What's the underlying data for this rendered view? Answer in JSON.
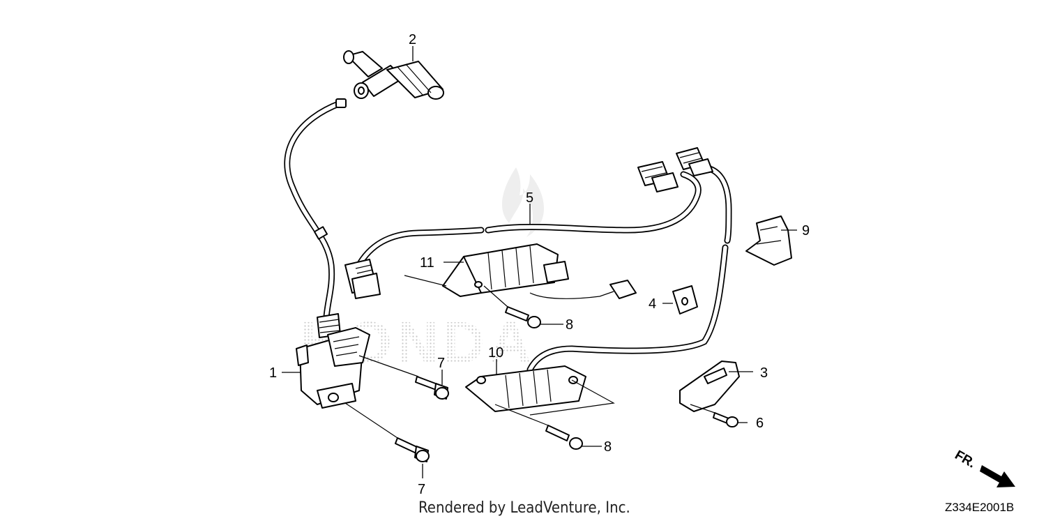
{
  "diagram": {
    "callouts": [
      {
        "id": "1",
        "label": "1"
      },
      {
        "id": "2",
        "label": "2"
      },
      {
        "id": "3",
        "label": "3"
      },
      {
        "id": "4",
        "label": "4"
      },
      {
        "id": "5",
        "label": "5"
      },
      {
        "id": "6",
        "label": "6"
      },
      {
        "id": "7a",
        "label": "7"
      },
      {
        "id": "7b",
        "label": "7"
      },
      {
        "id": "8a",
        "label": "8"
      },
      {
        "id": "8b",
        "label": "8"
      },
      {
        "id": "9",
        "label": "9"
      },
      {
        "id": "10",
        "label": "10"
      },
      {
        "id": "11",
        "label": "11"
      }
    ],
    "direction_label": "FR.",
    "diagram_code": "Z334E2001B",
    "credit": "Rendered by LeadVenture, Inc."
  }
}
